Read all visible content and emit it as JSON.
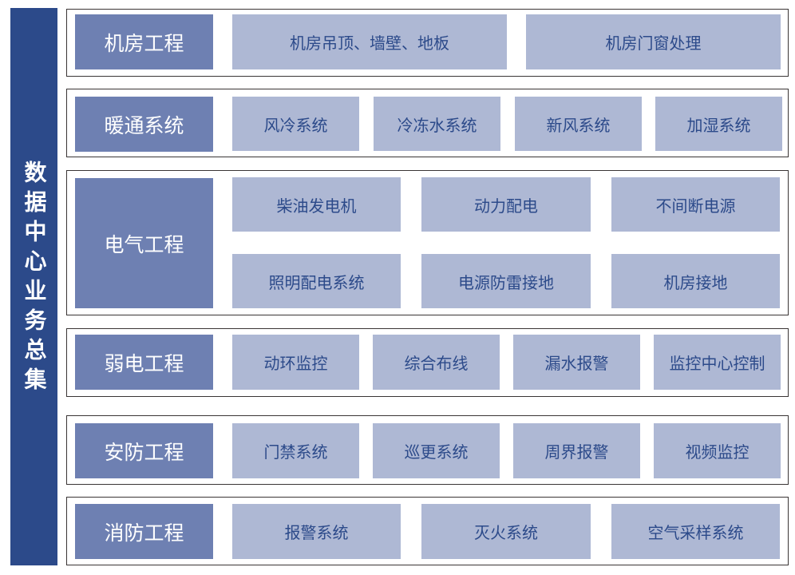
{
  "title": "数据中心业务总集",
  "rows": [
    {
      "category": "机房工程",
      "items": [
        "机房吊顶、墙壁、地板",
        "机房门窗处理"
      ]
    },
    {
      "category": "暖通系统",
      "items": [
        "风冷系统",
        "冷冻水系统",
        "新风系统",
        "加湿系统"
      ]
    },
    {
      "category": "电气工程",
      "items": [
        "柴油发电机",
        "动力配电",
        "不间断电源",
        "照明配电系统",
        "电源防雷接地",
        "机房接地"
      ]
    },
    {
      "category": "弱电工程",
      "items": [
        "动环监控",
        "综合布线",
        "漏水报警",
        "监控中心控制"
      ]
    },
    {
      "category": "安防工程",
      "items": [
        "门禁系统",
        "巡更系统",
        "周界报警",
        "视频监控"
      ]
    },
    {
      "category": "消防工程",
      "items": [
        "报警系统",
        "灭火系统",
        "空气采样系统"
      ]
    }
  ]
}
